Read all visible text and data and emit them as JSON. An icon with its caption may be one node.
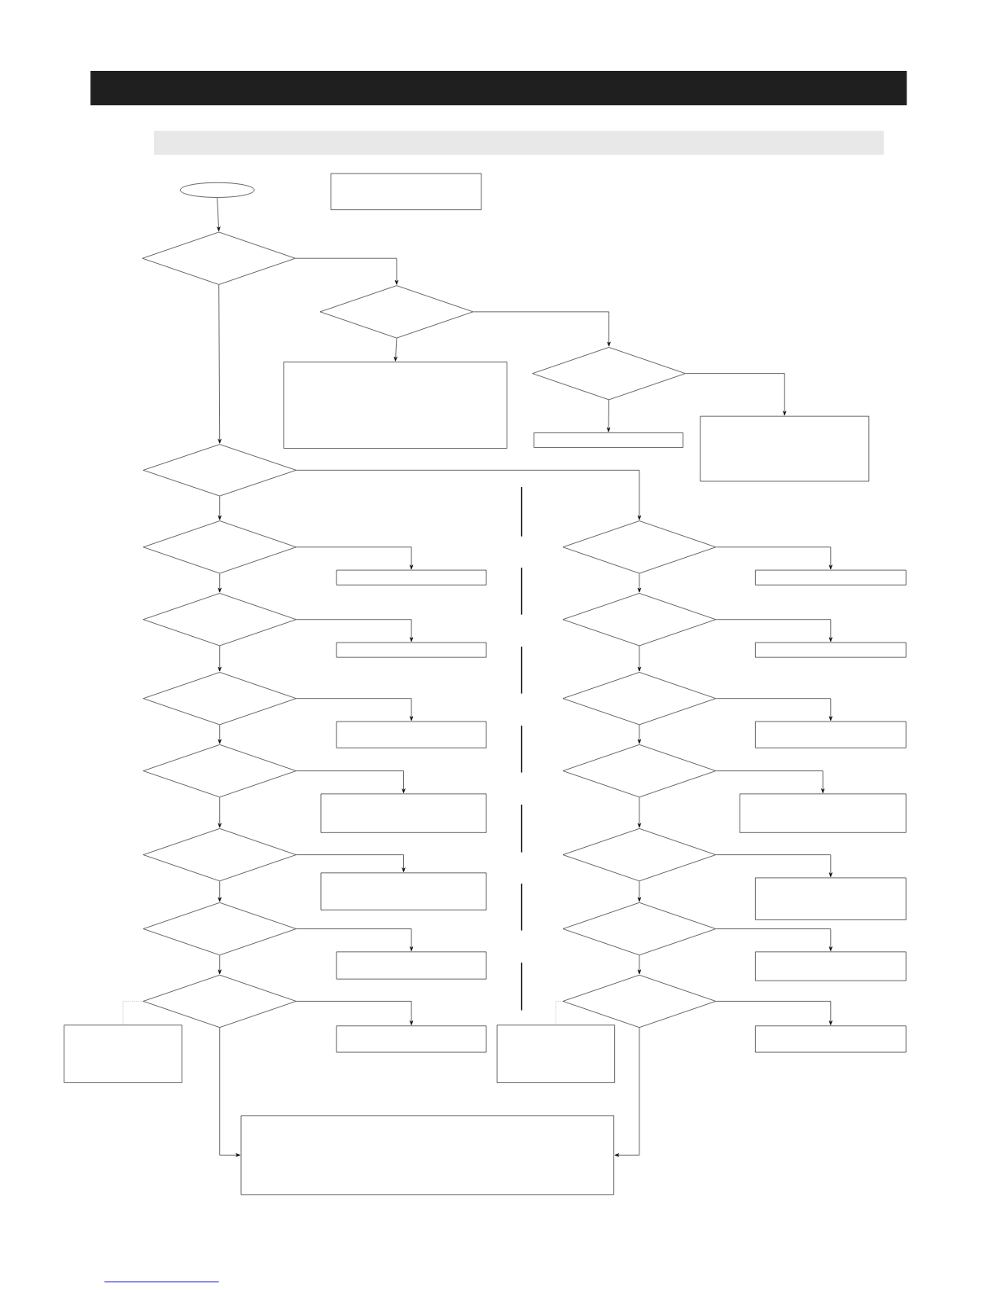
{
  "diagram": {
    "nodes": [
      {
        "text": [],
        "shape": "oval"
      },
      {
        "text": [],
        "shape": "box"
      },
      {
        "text": [],
        "shape": "diamond"
      },
      {
        "text": [],
        "shape": "diamond"
      },
      {
        "text": [],
        "shape": "box"
      },
      {
        "text": [],
        "shape": "diamond"
      },
      {
        "text": [],
        "shape": "box"
      },
      {
        "text": [],
        "shape": "box"
      },
      {
        "text": [],
        "shape": "diamond"
      },
      {
        "text": [],
        "shape": "diamond"
      },
      {
        "text": [],
        "shape": "box"
      },
      {
        "text": [],
        "shape": "diamond"
      },
      {
        "text": [],
        "shape": "box"
      },
      {
        "text": [],
        "shape": "diamond"
      },
      {
        "text": [],
        "shape": "box"
      },
      {
        "text": [],
        "shape": "diamond"
      },
      {
        "text": [],
        "shape": "box"
      },
      {
        "text": [],
        "shape": "diamond"
      },
      {
        "text": [],
        "shape": "box"
      },
      {
        "text": [],
        "shape": "diamond"
      },
      {
        "text": [],
        "shape": "box"
      },
      {
        "text": [],
        "shape": "diamond"
      },
      {
        "text": [],
        "shape": "box"
      },
      {
        "text": [],
        "shape": "diamond"
      },
      {
        "text": [],
        "shape": "box"
      },
      {
        "text": [],
        "shape": "diamond"
      },
      {
        "text": [],
        "shape": "box"
      },
      {
        "text": [],
        "shape": "diamond"
      },
      {
        "text": [],
        "shape": "box"
      },
      {
        "text": [],
        "shape": "diamond"
      },
      {
        "text": [],
        "shape": "box"
      },
      {
        "text": [],
        "shape": "diamond"
      },
      {
        "text": [],
        "shape": "box"
      },
      {
        "text": [],
        "shape": "diamond"
      },
      {
        "text": [],
        "shape": "box"
      },
      {
        "text": [],
        "shape": "diamond"
      },
      {
        "text": [],
        "shape": "box"
      },
      {
        "text": [],
        "shape": "box"
      },
      {
        "text": [],
        "shape": "box"
      },
      {
        "text": [],
        "shape": "box"
      }
    ],
    "edges": [
      {
        "from": 0,
        "to": 2,
        "arrow": "to"
      },
      {
        "from": 2,
        "to": 3,
        "arrow": "to"
      },
      {
        "from": 2,
        "to": 8,
        "arrow": "to"
      },
      {
        "from": 3,
        "to": 4,
        "arrow": "to"
      },
      {
        "from": 3,
        "to": 5,
        "arrow": "to"
      },
      {
        "from": 5,
        "to": 6,
        "arrow": "to"
      },
      {
        "from": 5,
        "to": 7,
        "arrow": "to"
      },
      {
        "from": 8,
        "to": 9,
        "arrow": "to"
      },
      {
        "from": 8,
        "to": 11,
        "arrow": "to"
      },
      {
        "from": 9,
        "to": 10,
        "arrow": "to"
      },
      {
        "from": 9,
        "to": 13,
        "arrow": "to"
      },
      {
        "from": 13,
        "to": 14,
        "arrow": "to"
      },
      {
        "from": 13,
        "to": 17,
        "arrow": "to"
      },
      {
        "from": 17,
        "to": 18,
        "arrow": "to"
      },
      {
        "from": 17,
        "to": 21,
        "arrow": "to"
      },
      {
        "from": 21,
        "to": 22,
        "arrow": "to"
      },
      {
        "from": 21,
        "to": 25,
        "arrow": "to"
      },
      {
        "from": 25,
        "to": 26,
        "arrow": "to"
      },
      {
        "from": 25,
        "to": 29,
        "arrow": "to"
      },
      {
        "from": 29,
        "to": 30,
        "arrow": "to"
      },
      {
        "from": 29,
        "to": 33,
        "arrow": "to"
      },
      {
        "from": 33,
        "to": 34,
        "arrow": "to"
      },
      {
        "from": 33,
        "to": 37,
        "arrow": "none",
        "style": "dashed",
        "color": "#888888"
      },
      {
        "from": 33,
        "to": 39,
        "arrow": "to"
      },
      {
        "from": 11,
        "to": 12,
        "arrow": "to"
      },
      {
        "from": 11,
        "to": 15,
        "arrow": "to"
      },
      {
        "from": 15,
        "to": 16,
        "arrow": "to"
      },
      {
        "from": 15,
        "to": 19,
        "arrow": "to"
      },
      {
        "from": 19,
        "to": 20,
        "arrow": "to"
      },
      {
        "from": 19,
        "to": 23,
        "arrow": "to"
      },
      {
        "from": 23,
        "to": 24,
        "arrow": "to"
      },
      {
        "from": 23,
        "to": 27,
        "arrow": "to"
      },
      {
        "from": 27,
        "to": 28,
        "arrow": "to"
      },
      {
        "from": 27,
        "to": 31,
        "arrow": "to"
      },
      {
        "from": 31,
        "to": 32,
        "arrow": "to"
      },
      {
        "from": 31,
        "to": 35,
        "arrow": "to"
      },
      {
        "from": 35,
        "to": 36,
        "arrow": "to"
      },
      {
        "from": 35,
        "to": 38,
        "arrow": "none",
        "style": "dashed",
        "color": "#888888"
      },
      {
        "from": 35,
        "to": 39,
        "arrow": "to"
      }
    ]
  }
}
